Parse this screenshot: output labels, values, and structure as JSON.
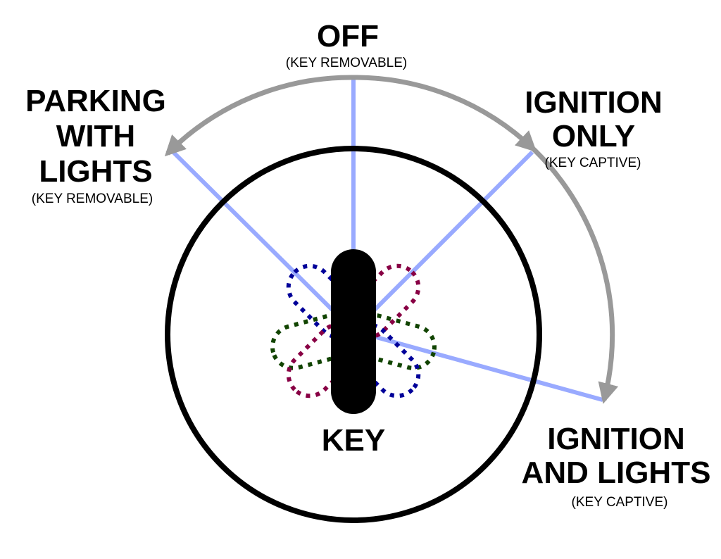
{
  "diagram": {
    "title": "Ignition key switch positions",
    "key_label": "KEY",
    "positions": [
      {
        "id": "parking",
        "lines": [
          "PARKING",
          "WITH",
          "LIGHTS"
        ],
        "note": "(KEY REMOVABLE)",
        "angle_deg": -60
      },
      {
        "id": "off",
        "lines": [
          "OFF"
        ],
        "note": "(KEY REMOVABLE)",
        "angle_deg": 0
      },
      {
        "id": "ignition-only",
        "lines": [
          "IGNITION",
          "ONLY"
        ],
        "note": "(KEY CAPTIVE)",
        "angle_deg": 45
      },
      {
        "id": "ignition-lights",
        "lines": [
          "IGNITION",
          "AND LIGHTS"
        ],
        "note": "(KEY CAPTIVE)",
        "angle_deg": 105
      }
    ],
    "ghost_keys": [
      {
        "angle_deg": -45,
        "color": "#000099"
      },
      {
        "angle_deg": 45,
        "color": "#880044"
      },
      {
        "angle_deg": 105,
        "color": "#114400"
      },
      {
        "angle_deg": -105,
        "color": "#114400"
      },
      {
        "angle_deg": 135,
        "color": "#000099"
      },
      {
        "angle_deg": -135,
        "color": "#880044"
      }
    ],
    "colors": {
      "position_line": "#99aaff",
      "rotation_arrow": "#999999",
      "key": "#000000",
      "cylinder": "#000000"
    }
  }
}
